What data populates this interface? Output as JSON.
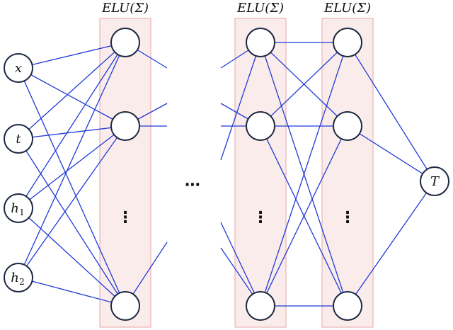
{
  "layer_titles": [
    "ELU(Σ)",
    "ELU(Σ)",
    "ELU(Σ)"
  ],
  "inputs": [
    {
      "main": "x",
      "sub": ""
    },
    {
      "main": "t",
      "sub": ""
    },
    {
      "main": "h",
      "sub": "1"
    },
    {
      "main": "h",
      "sub": "2"
    }
  ],
  "output": {
    "main": "T"
  },
  "ellipsis_horizontal": "⋯",
  "ellipsis_vertical": "⋮",
  "colors": {
    "edge": "#1f3ad6",
    "layer_fill": "#fbecec",
    "layer_stroke": "#e8a6a6",
    "node_stroke": "#1c2740"
  }
}
